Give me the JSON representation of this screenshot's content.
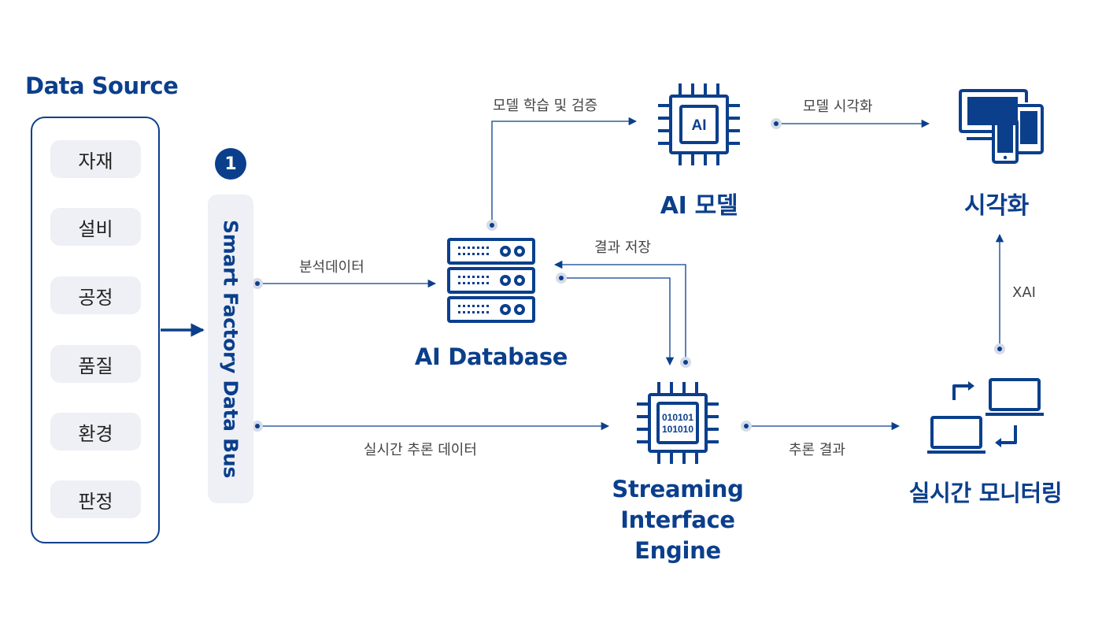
{
  "data_source": {
    "title": "Data Source",
    "items": [
      "자재",
      "설비",
      "공정",
      "품질",
      "환경",
      "판정"
    ]
  },
  "bus": {
    "step_number": "1",
    "label": "Smart Factory Data Bus"
  },
  "nodes": {
    "ai_database": "AI Database",
    "ai_model": "AI 모델",
    "ai_chip_text": "AI",
    "visualization": "시각화",
    "streaming_engine": [
      "Streaming",
      "Interface",
      "Engine"
    ],
    "engine_chip_text": [
      "010101",
      "101010"
    ],
    "realtime_monitoring": "실시간 모니터링"
  },
  "edges": {
    "analysis_data": "분석데이터",
    "train_validate": "모델 학습 및 검증",
    "model_visualization": "모델 시각화",
    "save_results": "결과 저장",
    "realtime_inference_data": "실시간 추론 데이터",
    "inference_results": "추론 결과",
    "xai": "XAI"
  },
  "colors": {
    "primary": "#0b3f8c",
    "light_bg": "#eef0f6",
    "connector_dot": "#b9c3d9"
  }
}
